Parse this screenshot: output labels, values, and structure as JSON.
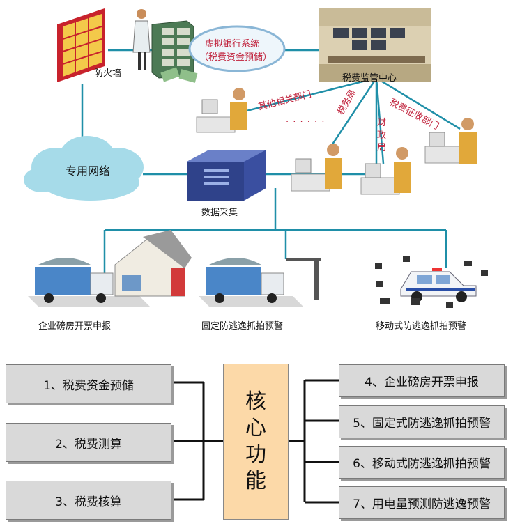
{
  "network": {
    "firewall": "防火墙",
    "virtual_bank": [
      "虚拟银行系统",
      "（税费资金预储）"
    ],
    "center": "税费监管中心",
    "private_network": "专用网络",
    "data_collection": "数据采集",
    "other_depts": "其他相关部门",
    "dots": "· · · · · ·",
    "tax_bureau": "税务局",
    "finance_bureau": "财政局",
    "levy_dept": "税费征收部门",
    "weighhouse": "企业磅房开票申报",
    "fixed_capture": "固定防逃逸抓拍预警",
    "mobile_capture": "移动式防逃逸抓拍预警"
  },
  "core": {
    "chars": [
      "核",
      "心",
      "功",
      "能"
    ]
  },
  "left_functions": [
    "1、税费资金预储",
    "2、税费测算",
    "3、税费核算"
  ],
  "right_functions": [
    "4、企业磅房开票申报",
    "5、固定式防逃逸抓拍预警",
    "6、移动式防逃逸抓拍预警",
    "7、用电量预测防逃逸预警"
  ],
  "colors": {
    "line": "#1f8fa8",
    "truck_blue": "#4a86c8",
    "core_fill": "#fcd9a8",
    "box_fill": "#d9d9d9",
    "cloud": "#a6dbe9",
    "label_red": "#c0203a"
  }
}
